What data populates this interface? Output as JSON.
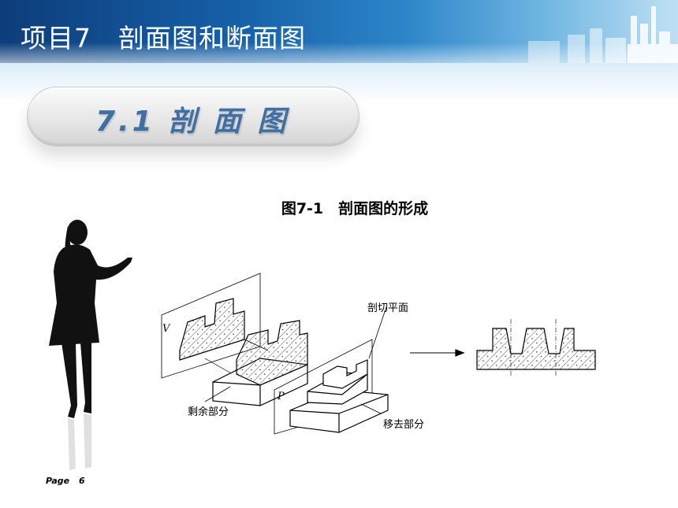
{
  "header": {
    "title": "项目7　剖面图和断面图"
  },
  "section": {
    "title": "7.1 剖 面 图"
  },
  "figure": {
    "caption": "图7-1　剖面图的形成",
    "labels": {
      "plane_v": "V",
      "plane_p": "P",
      "cutting_plane": "剖切平面",
      "remaining_part": "剩余部分",
      "removed_part": "移去部分"
    }
  },
  "footer": {
    "page_label": "Page",
    "page_number": "6"
  }
}
